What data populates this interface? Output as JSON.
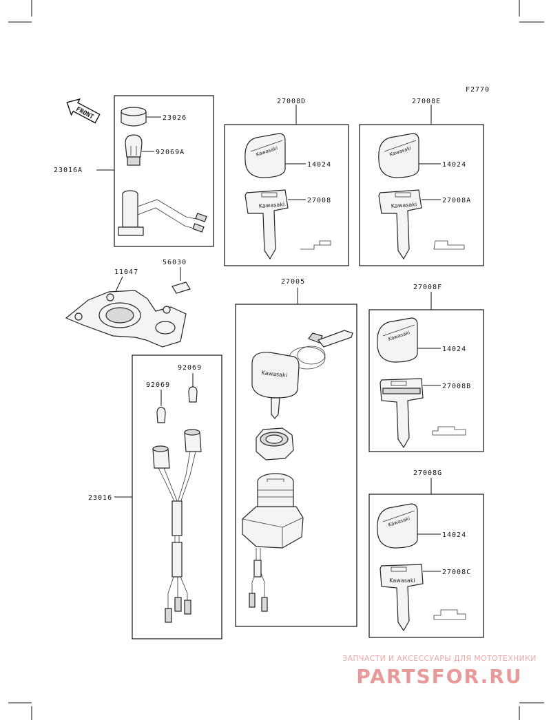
{
  "figure_code": "F2770",
  "front_label": "FRONT",
  "labels": {
    "p23026": "23026",
    "p92069A": "92069A",
    "p23016A": "23016A",
    "p27008D": "27008D",
    "p14024_d": "14024",
    "p27008": "27008",
    "p27008E": "27008E",
    "p14024_e": "14024",
    "p27008A": "27008A",
    "p11047": "11047",
    "p56030": "56030",
    "p27005": "27005",
    "p27008F": "27008F",
    "p14024_f": "14024",
    "p27008B": "27008B",
    "p92069_l": "92069",
    "p92069_r": "92069",
    "p23016": "23016",
    "p27008G": "27008G",
    "p14024_g": "14024",
    "p27008C": "27008C"
  },
  "key_brand": "Kawasaki",
  "watermark": {
    "line1": "ЗАПЧАСТИ И АКСЕССУАРЫ ДЛЯ МОТОТЕХНИКИ",
    "line2": "PARTSFOR.RU"
  }
}
